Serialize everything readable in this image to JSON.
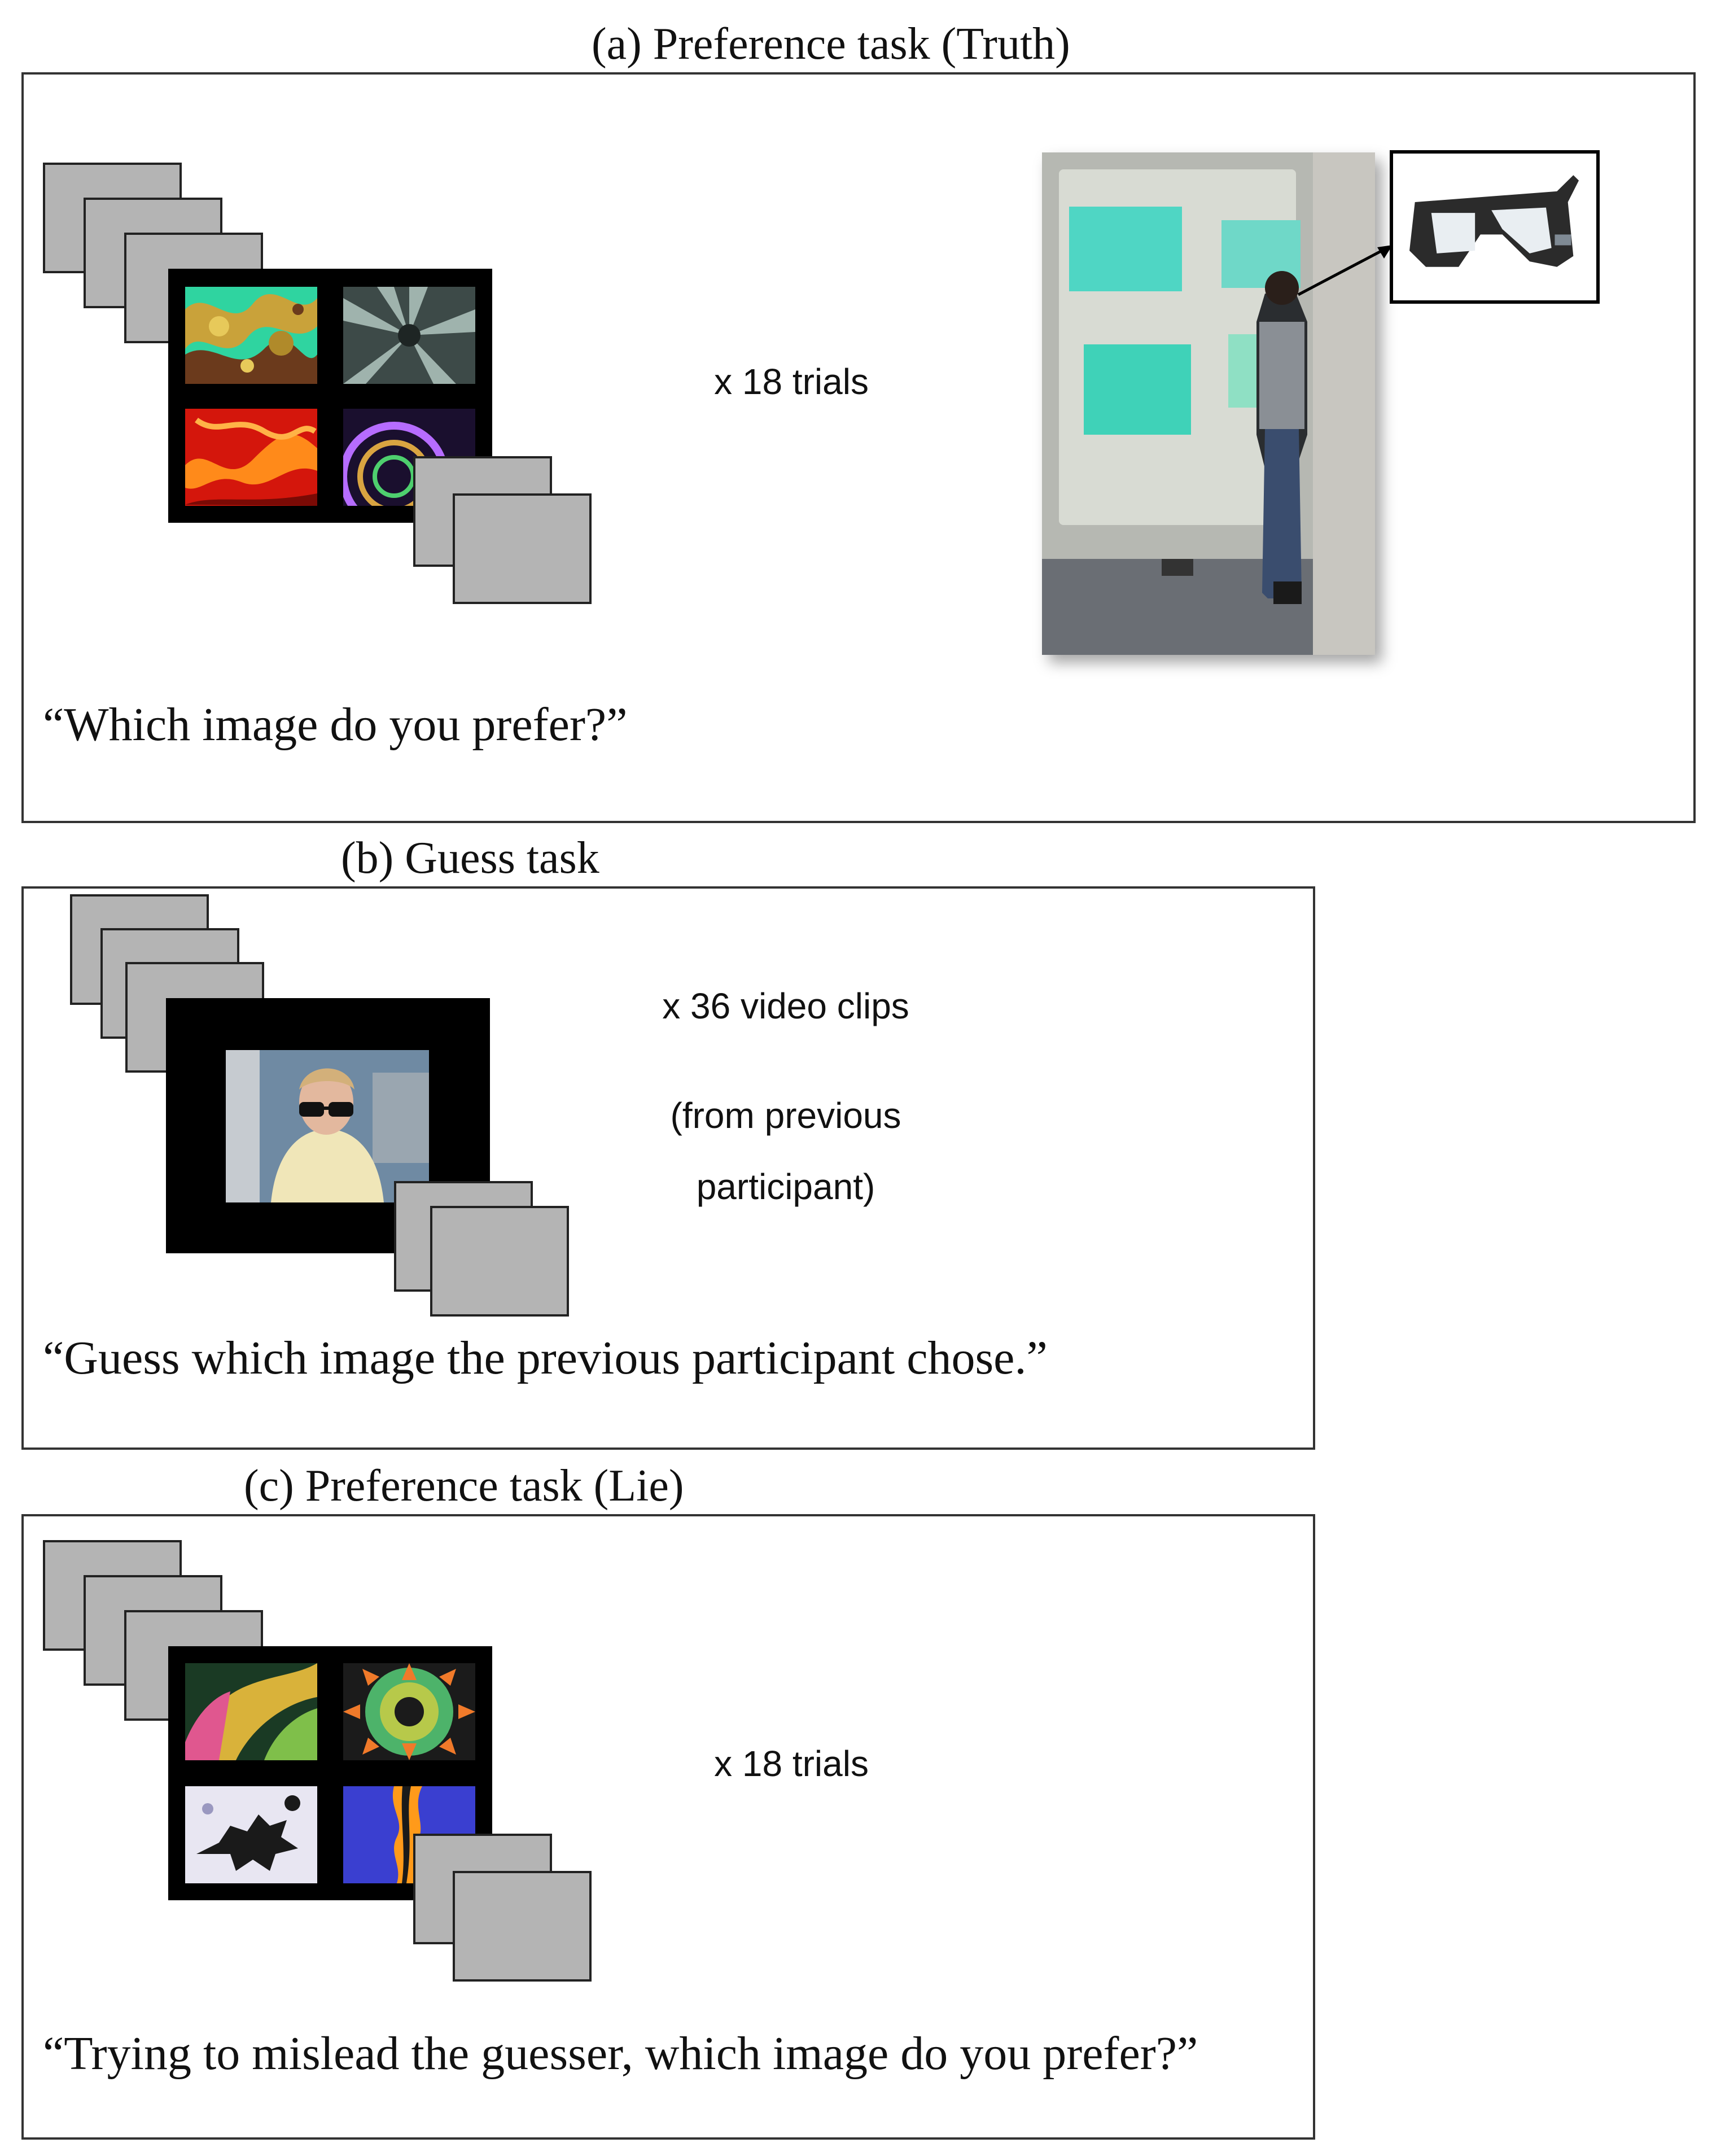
{
  "panel_a": {
    "title": "(a) Preference task (Truth)",
    "trials_label": "x 18 trials",
    "prompt": "“Which image do you prefer?”",
    "thumbnails": [
      {
        "icon": "green-gold-fractal-thumbnail",
        "colors": [
          "#2fd4a0",
          "#c9a23a",
          "#6b3a1c"
        ]
      },
      {
        "icon": "gray-radial-fractal-thumbnail",
        "colors": [
          "#3d4a48",
          "#9fb3ad",
          "#1e2524"
        ]
      },
      {
        "icon": "red-fire-fractal-thumbnail",
        "colors": [
          "#d4160c",
          "#ff8a1a",
          "#7a0a05"
        ]
      },
      {
        "icon": "purple-spiral-fractal-thumbnail",
        "colors": [
          "#1a0f2e",
          "#b66cff",
          "#d9a441"
        ]
      }
    ]
  },
  "panel_b": {
    "title": "(b) Guess task",
    "clips_label": "x 36 video clips",
    "source_line1": "(from previous",
    "source_line2": "participant)",
    "prompt": "“Guess which image the previous participant chose.”"
  },
  "panel_c": {
    "title": "(c) Preference task (Lie)",
    "trials_label": "x 18 trials",
    "prompt": "“Trying to mislead the guesser, which image do you prefer?”",
    "thumbnails": [
      {
        "icon": "pink-gold-fractal-thumbnail",
        "colors": [
          "#e0578f",
          "#d9b23a",
          "#1a3a24"
        ]
      },
      {
        "icon": "green-orange-kaleidoscope-thumbnail",
        "colors": [
          "#4db36a",
          "#f07a2a",
          "#1b1b1b"
        ]
      },
      {
        "icon": "white-black-fractal-thumbnail",
        "colors": [
          "#e8e6f2",
          "#1a1a1a",
          "#9a98c0"
        ]
      },
      {
        "icon": "blue-orange-fractal-thumbnail",
        "colors": [
          "#3a3fd0",
          "#ff9a1a",
          "#1a1a1a"
        ]
      }
    ]
  },
  "colors": {
    "card_gray": "#b4b4b4",
    "frame_black": "#000000",
    "panel_border": "#333333"
  }
}
